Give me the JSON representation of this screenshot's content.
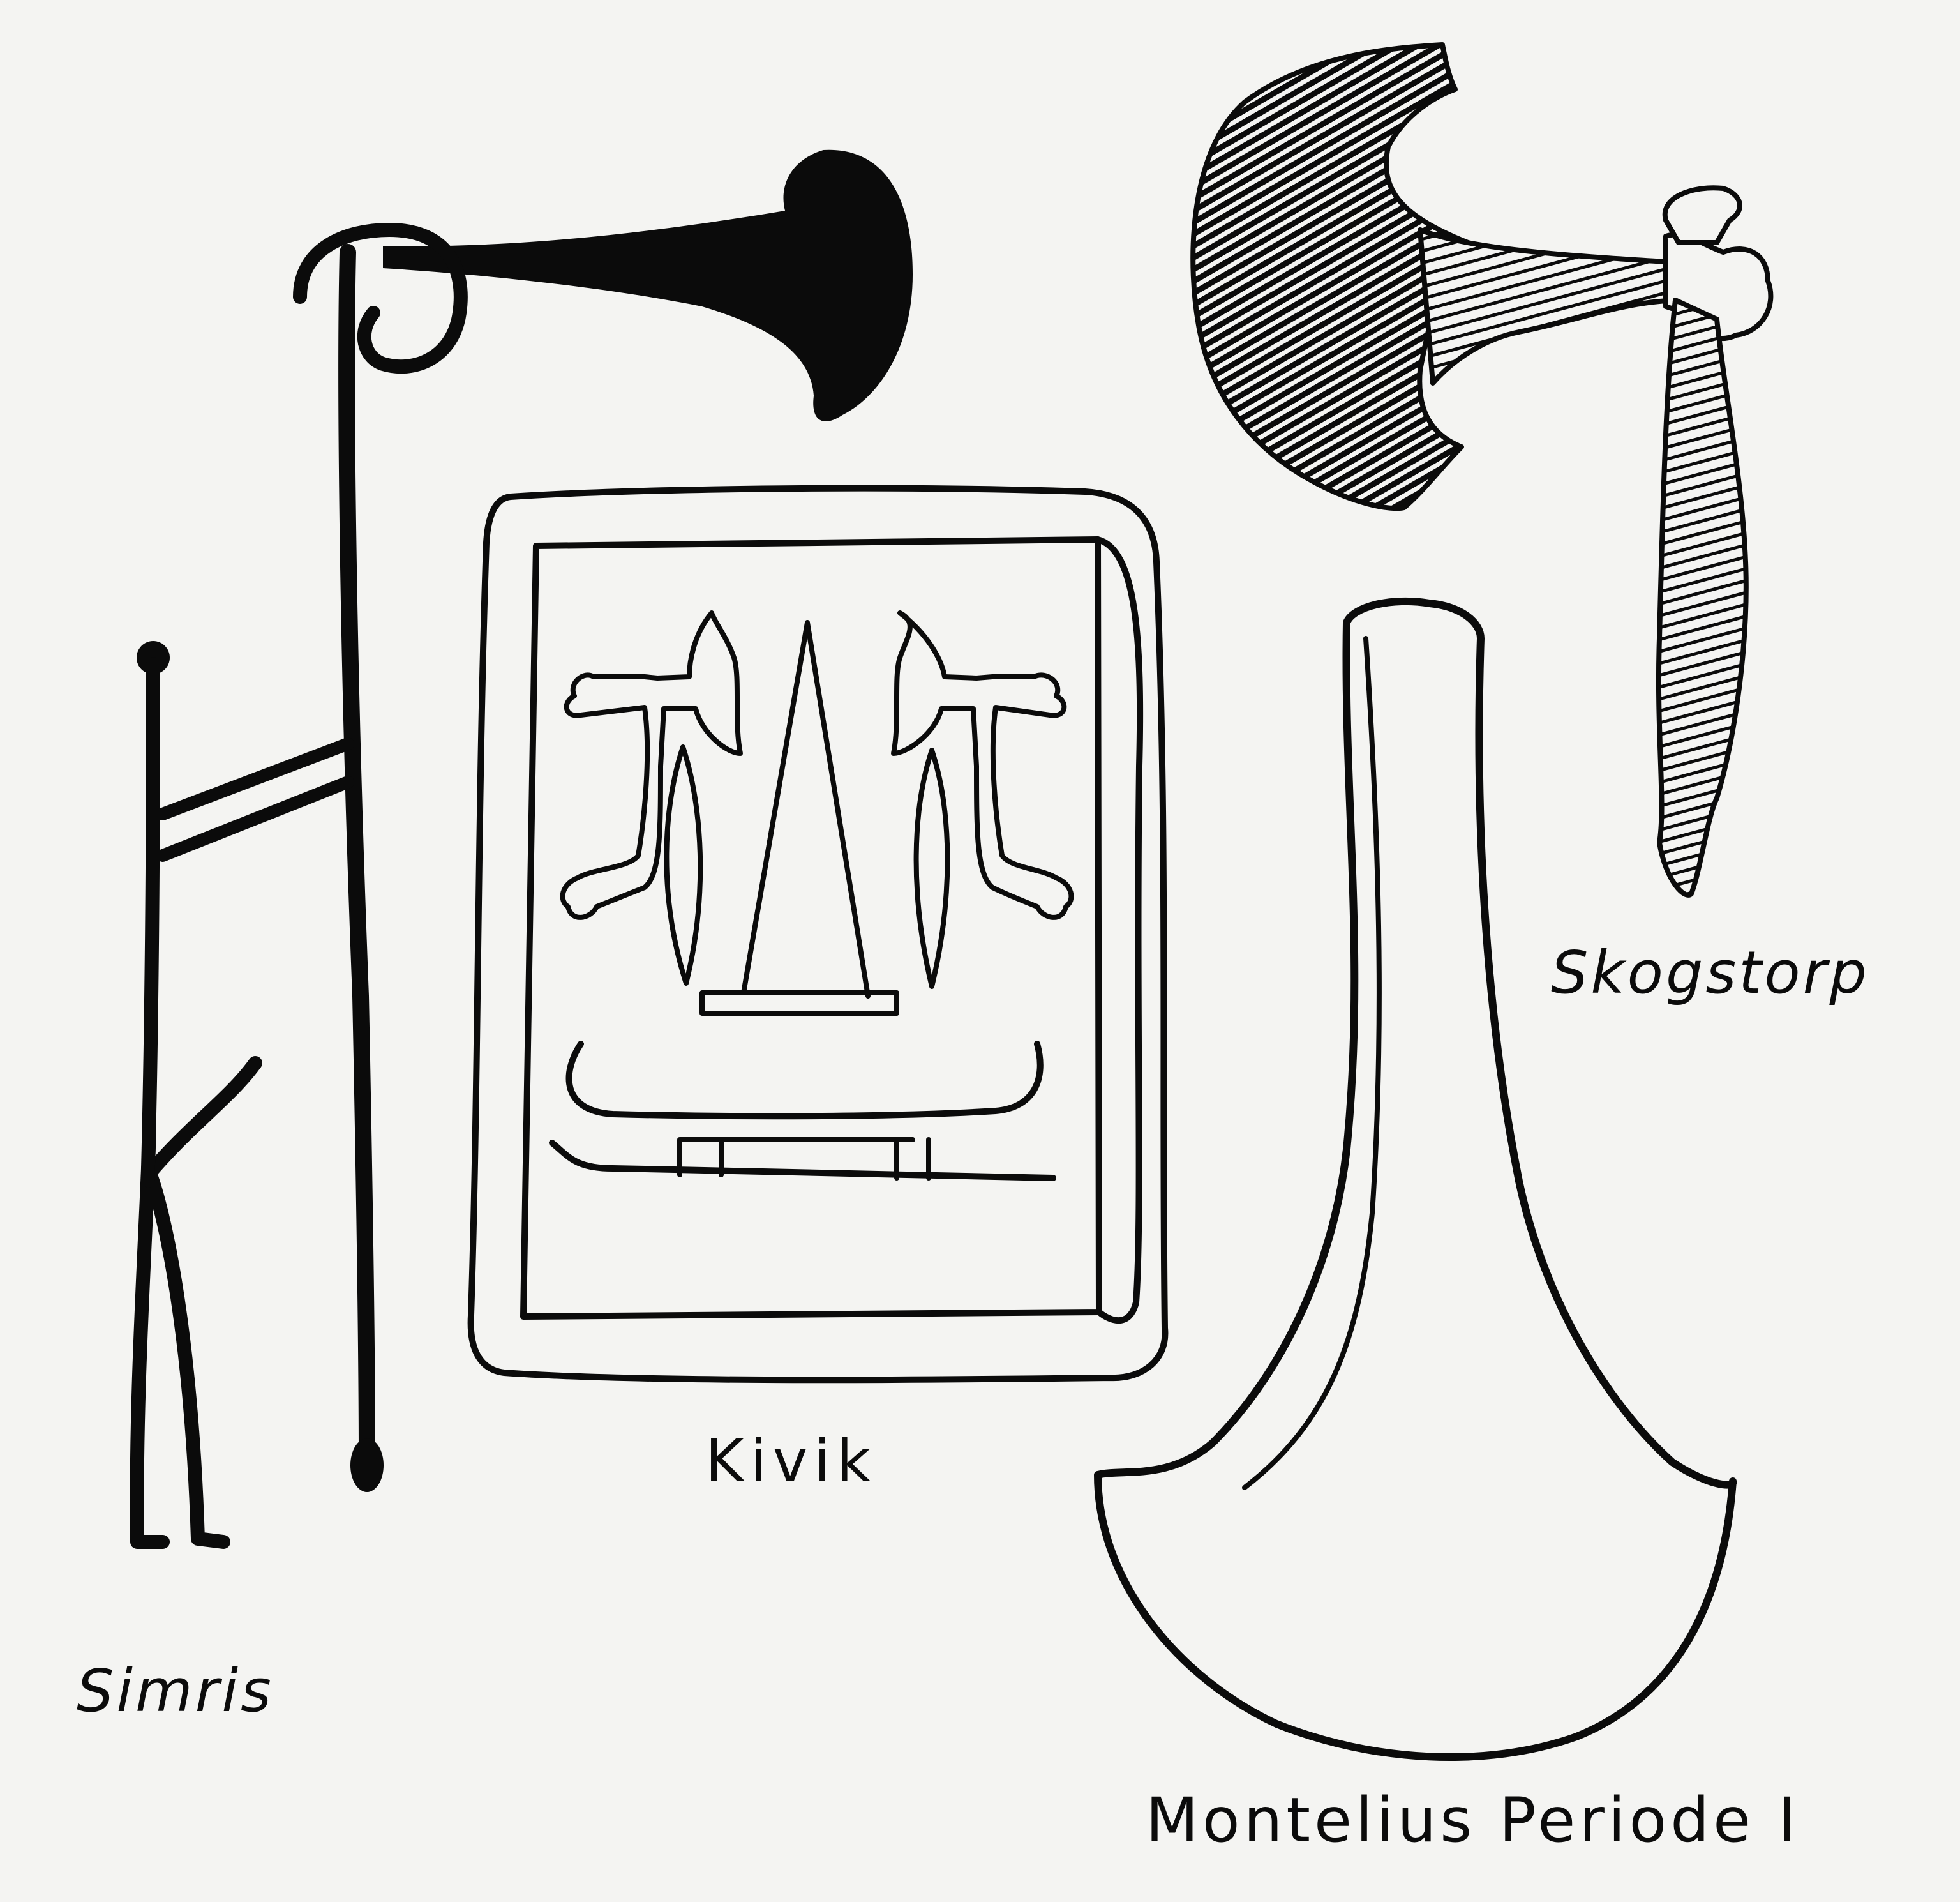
{
  "captions": {
    "simris": "Simris",
    "kivik": "Kivik",
    "skogstorp": "Skogstorp",
    "montelius": "Montelius Periode I"
  },
  "colors": {
    "background": "#f4f4f2",
    "ink": "#0b0b0b"
  }
}
